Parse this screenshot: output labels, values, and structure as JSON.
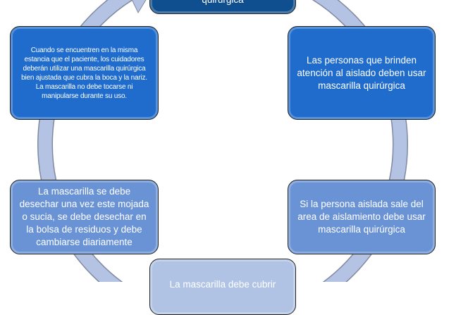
{
  "diagram": {
    "type": "cycle",
    "colors": {
      "ring": "#b4c3e4",
      "top": "#0f4f8f",
      "upper": "#1f6ccc",
      "lower": "#6a93d6",
      "bottom": "#b0c3e5"
    },
    "nodes": {
      "top": "quirúrgica",
      "right_upper": "Las personas que brinden atención al aislado deben usar mascarilla quirúrgica",
      "right_lower": "Si la persona aislada sale del area de aislamiento debe usar mascarilla quirúrgica",
      "bottom": "La mascarilla debe cubrir",
      "left_lower": "La mascarilla se debe desechar una vez este mojada o sucia, se debe desechar en la bolsa de residuos y debe cambiarse diariamente",
      "left_upper": "Cuando se encuentren en la misma estancia que el paciente, los cuidadores deberán utilizar una mascarilla quirúrgica bien ajustada que cubra la boca y la nariz. La mascarilla no debe tocarse ni manipularse durante su uso."
    }
  }
}
